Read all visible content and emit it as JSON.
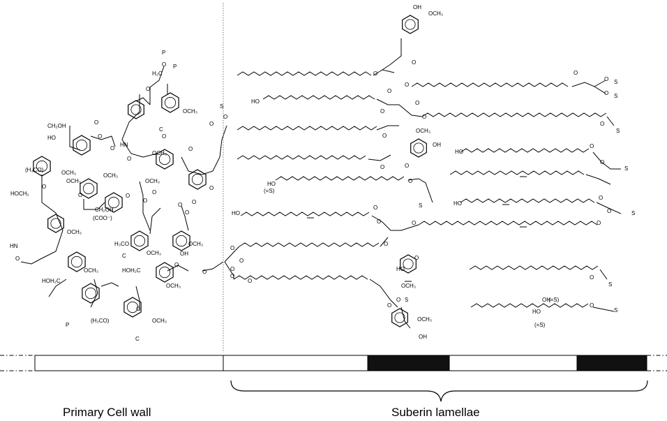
{
  "labels": {
    "primary_cell_wall": "Primary Cell wall",
    "suberin_lamellae": "Suberin lamellae"
  },
  "phenolic_labels": [
    "P",
    "O",
    "H₂C",
    "P",
    "O",
    "OCH₃",
    "C",
    "O",
    "S",
    "O",
    "O",
    "CH₂OH",
    "HO",
    "O",
    "O",
    "O",
    "HN",
    "O",
    "O",
    "OCH₃",
    "(H₃CO)",
    "OCH₃",
    "OCH₃",
    "HOCH₂",
    "O",
    "O",
    "OCH₃",
    "OCH₃",
    "CH₂OH",
    "(COO⁻)",
    "O",
    "O",
    "O",
    "HN",
    "OCH₃",
    "O",
    "H₃CO",
    "OCH₃",
    "OCH₃",
    "C",
    "OH",
    "O",
    "HOH₂C",
    "OCH₃",
    "HOH₂C",
    "O",
    "O",
    "OCH₃",
    "P",
    "(H₃CO)",
    "OCH₃",
    "O",
    "C",
    "O",
    "O",
    "O",
    "O"
  ],
  "suberin_labels": [
    "OH",
    "OCH₃",
    "O",
    "O",
    "O",
    "O",
    "O",
    "S",
    "O",
    "S",
    "HO",
    "O",
    "O",
    "O",
    "O",
    "O",
    "S",
    "O",
    "O",
    "O",
    "OCH₃",
    "OH",
    "HO",
    "O",
    "O",
    "S",
    "HO",
    "(=S)",
    "O",
    "S",
    "HO",
    "O",
    "O",
    "S",
    "HO",
    "O",
    "O",
    "O",
    "O",
    "O",
    "O",
    "O",
    "O",
    "O",
    "HO",
    "OCH₃",
    "O",
    "O",
    "S",
    "O",
    "S",
    "O",
    "OCH₃",
    "OH",
    "OH",
    "(=S)",
    "HO",
    "(=S)",
    "O",
    "S"
  ],
  "colors": {
    "ink": "#000000",
    "background": "#ffffff"
  }
}
